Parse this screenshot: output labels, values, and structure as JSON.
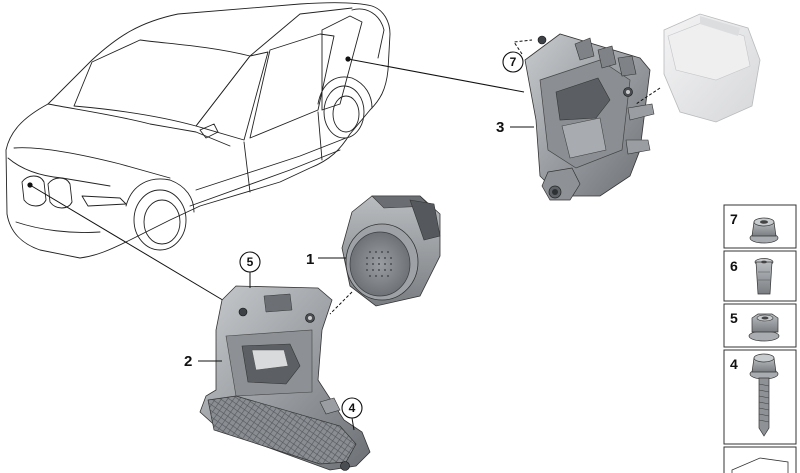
{
  "callouts": {
    "c1": "1",
    "c2": "2",
    "c3": "3",
    "c4": "4",
    "c5": "5",
    "c7": "7"
  },
  "legend": [
    {
      "num": "7",
      "icon": "flange-nut-icon"
    },
    {
      "num": "6",
      "icon": "rivet-nut-icon"
    },
    {
      "num": "5",
      "icon": "hex-nut-icon"
    },
    {
      "num": "4",
      "icon": "hex-bolt-icon"
    }
  ],
  "colors": {
    "metal": "#8e9296",
    "metal_dark": "#5e6266",
    "metal_light": "#c4c7ca",
    "ghost": "#e6e7e8",
    "line": "#222222"
  }
}
